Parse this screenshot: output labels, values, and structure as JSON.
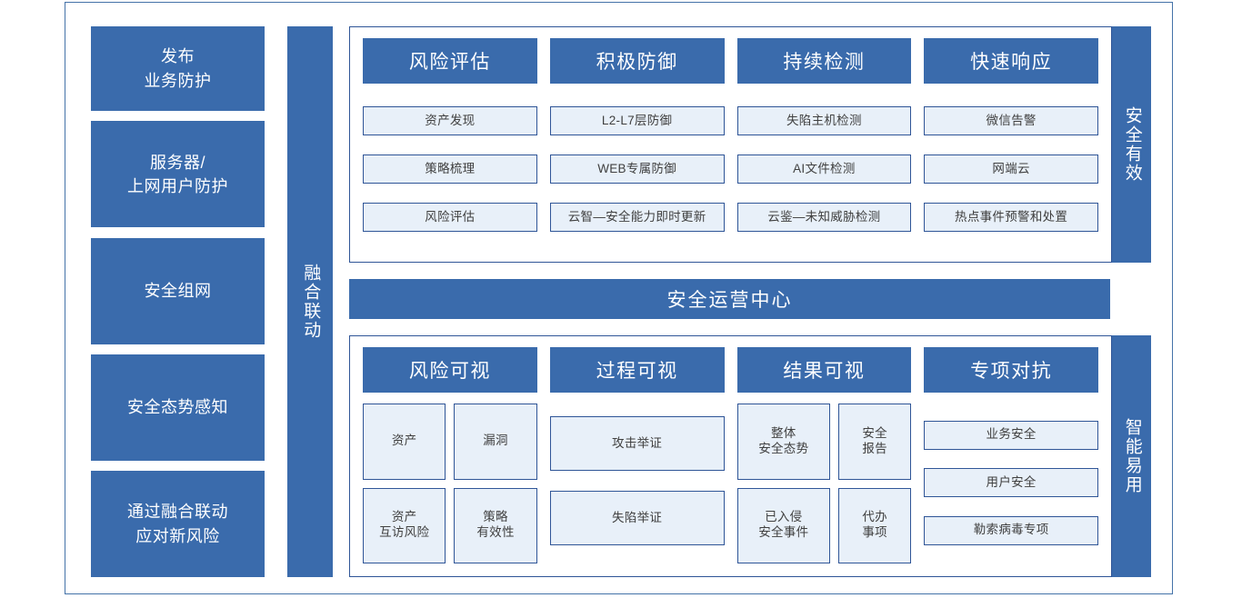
{
  "colors": {
    "primary_blue": "#3A6BAC",
    "border_blue": "#2F5597",
    "light_fill": "#E8F0F9",
    "frame_border": "#4472A8",
    "text_dark": "#404040"
  },
  "left_column": {
    "items": [
      {
        "label": "发布\n业务防护"
      },
      {
        "label": "服务器/\n上网用户防护"
      },
      {
        "label": "安全组网"
      },
      {
        "label": "安全态势感知"
      },
      {
        "label": "通过融合联动\n应对新风险"
      }
    ]
  },
  "side_bars": {
    "fusion": "融合联动",
    "effective": "安全有效",
    "smart": "智能易用"
  },
  "banner": {
    "label": "安全运营中心"
  },
  "top_panel": {
    "columns": [
      {
        "title": "风险评估",
        "items": [
          "资产发现",
          "策略梳理",
          "风险评估"
        ]
      },
      {
        "title": "积极防御",
        "items": [
          "L2-L7层防御",
          "WEB专属防御",
          "云智—安全能力即时更新"
        ]
      },
      {
        "title": "持续检测",
        "items": [
          "失陷主机检测",
          "AI文件检测",
          "云鉴—未知威胁检测"
        ]
      },
      {
        "title": "快速响应",
        "items": [
          "微信告警",
          "网端云",
          "热点事件预警和处置"
        ]
      }
    ]
  },
  "bottom_panel": {
    "columns": [
      {
        "title": "风险可视",
        "layout": "grid2",
        "items": [
          "资产",
          "漏洞",
          "资产\n互访风险",
          "策略\n有效性"
        ]
      },
      {
        "title": "过程可视",
        "layout": "stack2",
        "items": [
          "攻击举证",
          "失陷举证"
        ]
      },
      {
        "title": "结果可视",
        "layout": "grid2-uneven",
        "items": [
          "整体\n安全态势",
          "安全\n报告",
          "已入侵\n安全事件",
          "代办\n事项"
        ]
      },
      {
        "title": "专项对抗",
        "layout": "stack3",
        "items": [
          "业务安全",
          "用户安全",
          "勒索病毒专项"
        ]
      }
    ]
  }
}
